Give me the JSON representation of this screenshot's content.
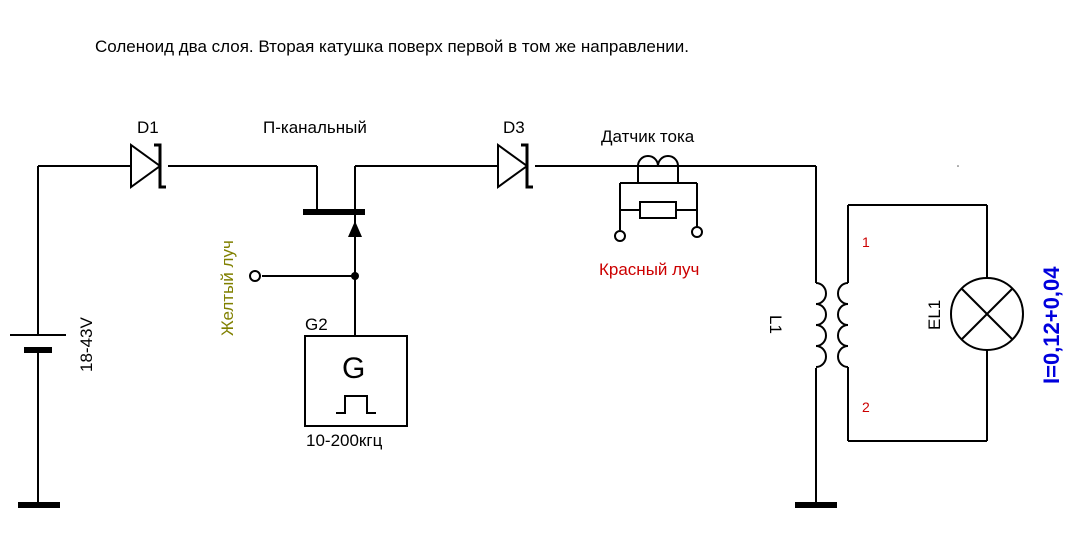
{
  "title": "Соленоид два слоя. Вторая катушка поверх первой в том же направлении.",
  "labels": {
    "d1": "D1",
    "d3": "D3",
    "mosfet": "П-канальный",
    "current_sensor": "Датчик тока",
    "yellow_ray": "Желтый луч",
    "red_ray": "Красный луч",
    "battery": "18-43V",
    "generator": "G2",
    "generator_symbol": "G",
    "frequency": "10-200кгц",
    "coil": "L1",
    "lamp": "EL1",
    "pin1": "1",
    "pin2": "2",
    "current": "I=0,12+0,04"
  },
  "colors": {
    "wire": "#000000",
    "yellow_ray": "#808000",
    "red_ray": "#cc0000",
    "pins": "#cc0000",
    "current": "#0000dd"
  }
}
